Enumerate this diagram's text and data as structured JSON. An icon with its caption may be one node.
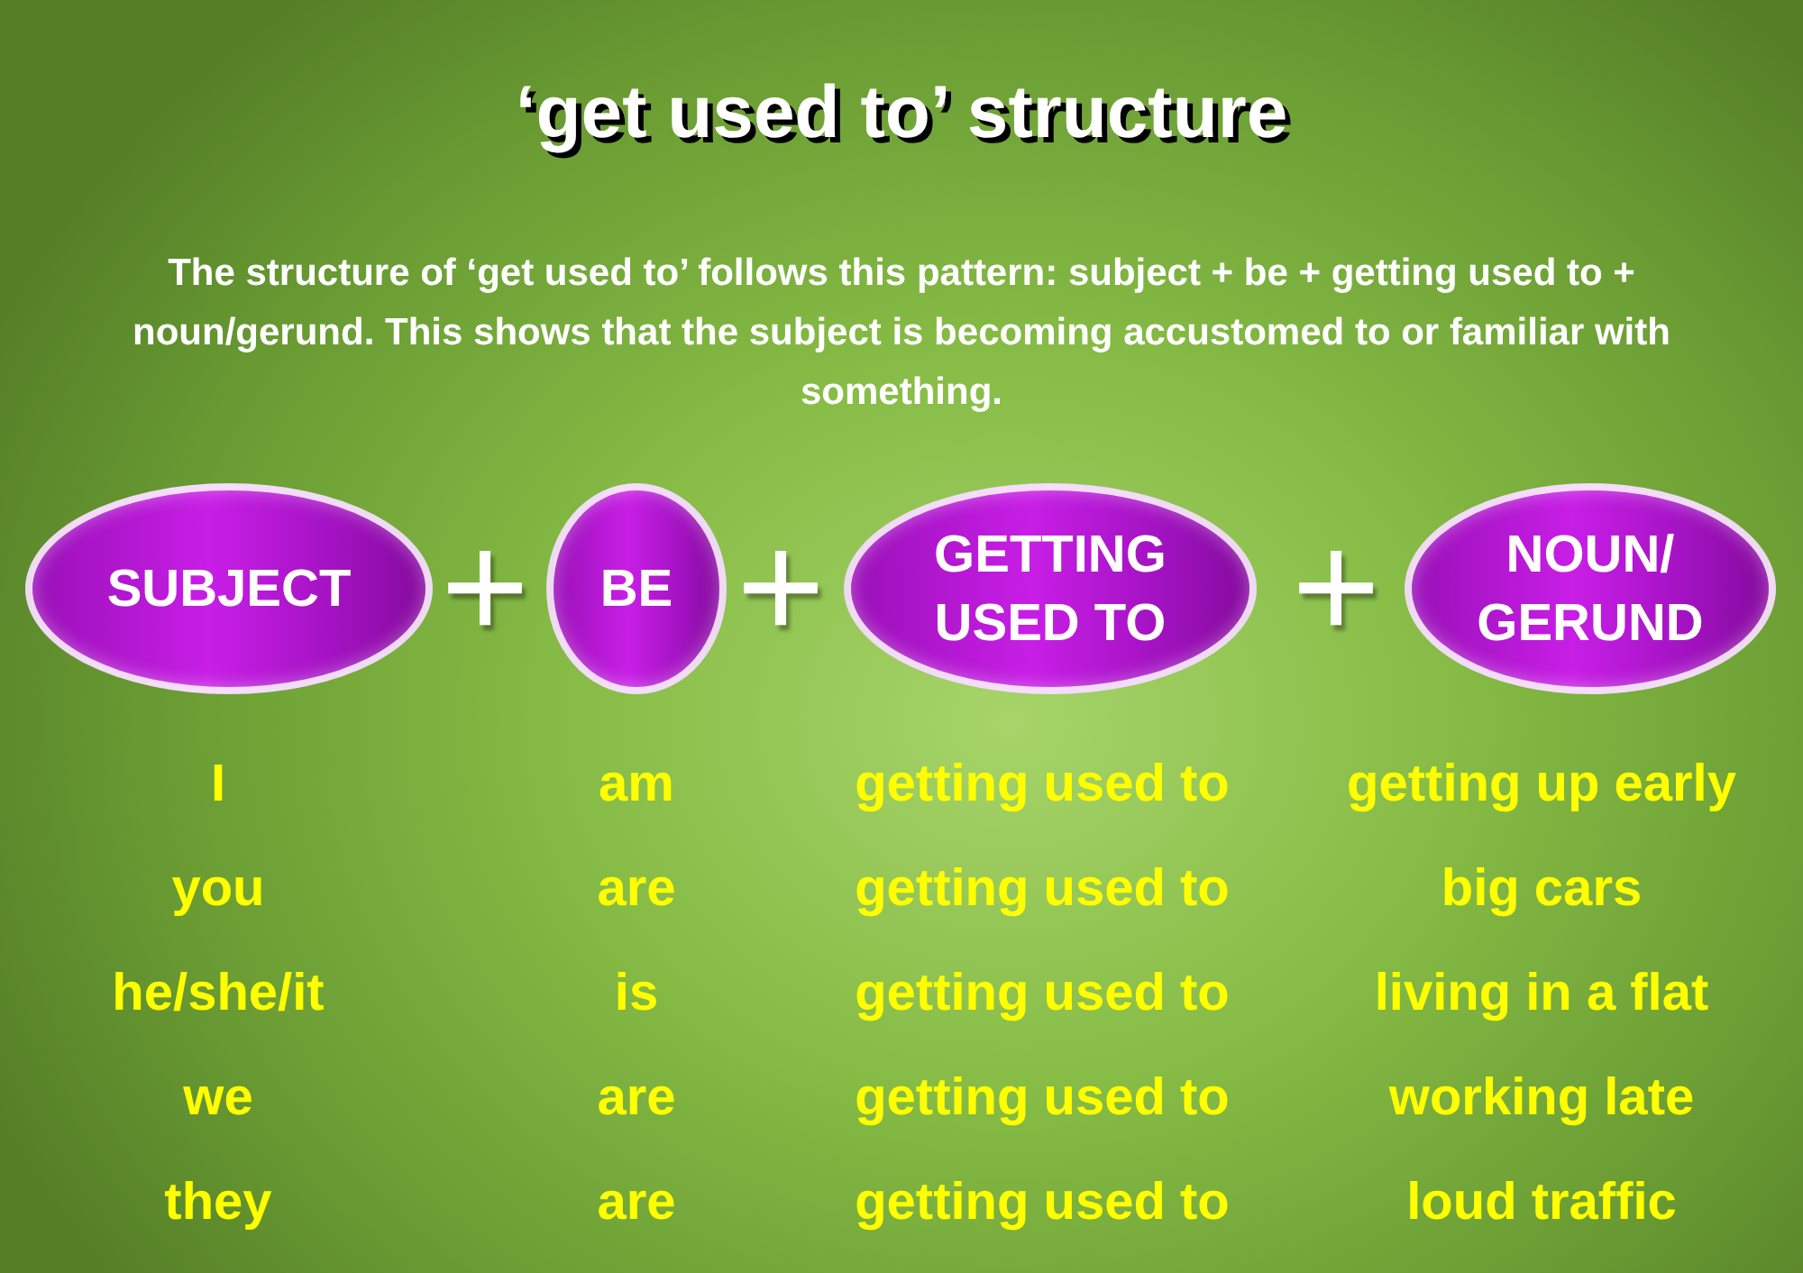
{
  "diagram": {
    "title": "‘get used to’ structure",
    "nodes": [
      {
        "text": [
          "SUBJECT"
        ]
      },
      {
        "text": [
          "BE"
        ]
      },
      {
        "text": [
          "GETTING USED TO"
        ]
      },
      {
        "text": [
          "NOUN/ GERUND"
        ]
      }
    ],
    "edges": [],
    "labels": [
      "The structure of ‘get used to’ follows this pattern: subject + be + getting used to + noun/gerund. This shows that the subject is becoming accustomed to or familiar with something.",
      "+",
      "+",
      "+",
      "I",
      "am",
      "getting used to",
      "getting up early",
      "you",
      "are",
      "getting used to",
      "big cars",
      "he/she/it",
      "is",
      "getting used to",
      "living in a flat",
      "we",
      "are",
      "getting used to",
      "working late",
      "they",
      "are",
      "getting used to",
      "loud traffic"
    ]
  }
}
